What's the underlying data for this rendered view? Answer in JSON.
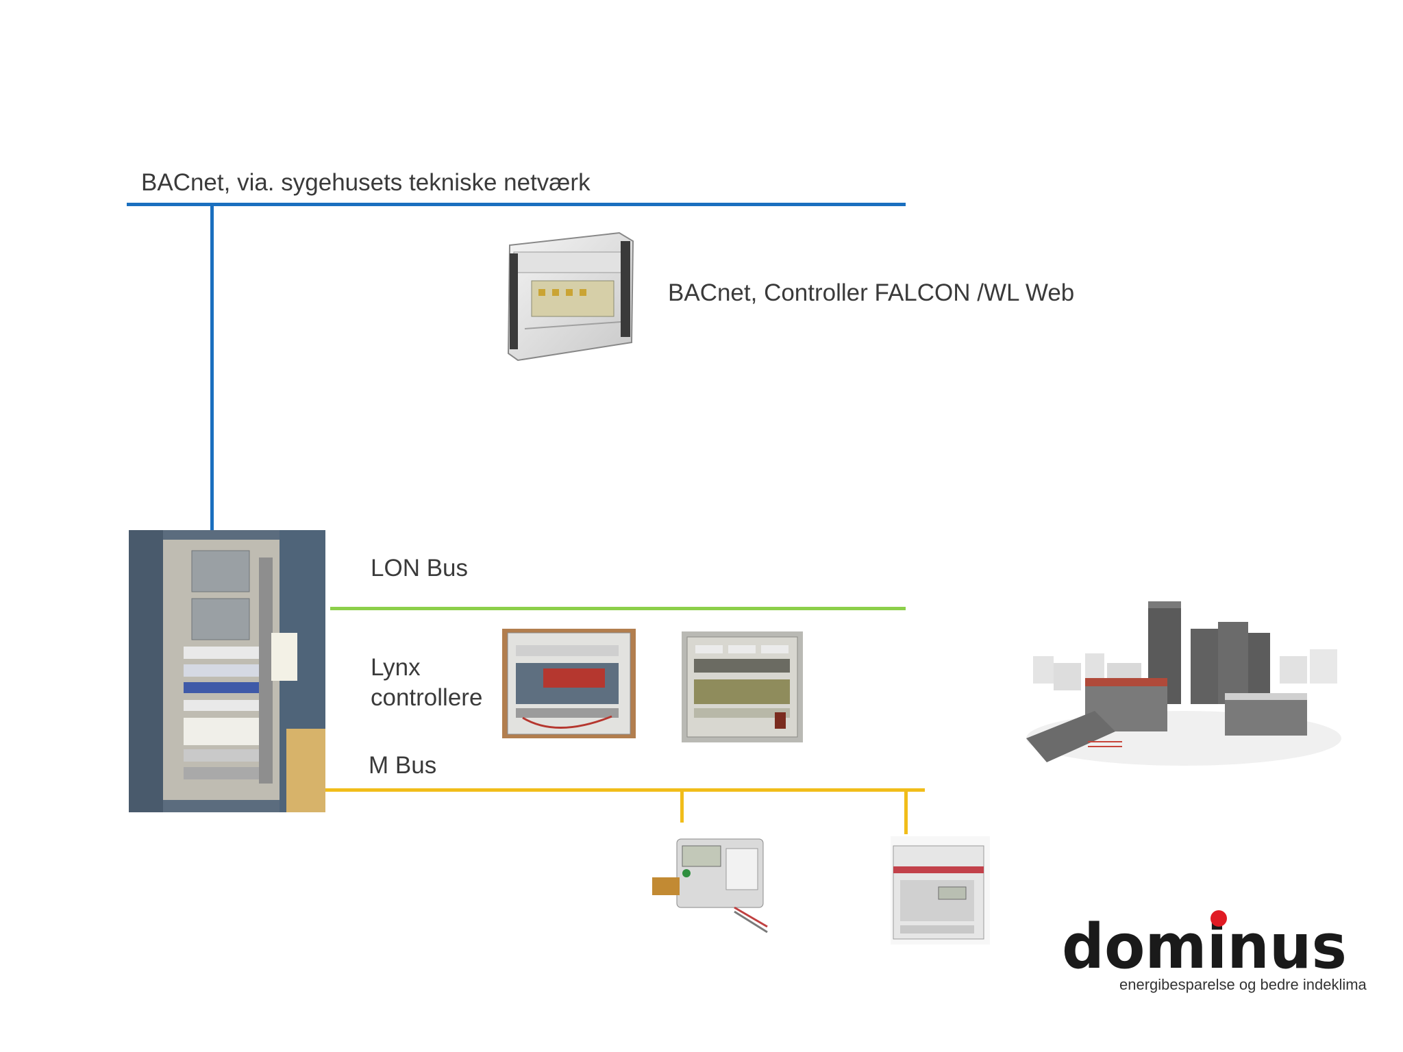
{
  "diagram": {
    "bacnet_network_label": "BACnet, via. sygehusets tekniske netværk",
    "falcon_label": "BACnet, Controller FALCON /WL Web",
    "lon_bus_label": "LON Bus",
    "lynx_label_line1": "Lynx",
    "lynx_label_line2": "controllere",
    "m_bus_label": "M Bus"
  },
  "logo": {
    "name": "dominus",
    "tagline": "energibesparelse og bedre indeklima"
  },
  "colors": {
    "bacnet_line": "#1a6fbf",
    "lon_line": "#8ccf4a",
    "mbus_line": "#f1bd1a",
    "label_text": "#3a3a3a",
    "logo_text": "#1a1a1a",
    "logo_dot": "#e01b24"
  },
  "icons": [
    "falcon-controller-image",
    "control-cabinet-image",
    "lynx-controller-image",
    "heat-meter-image",
    "electricity-meter-image",
    "hospital-buildings-image"
  ]
}
